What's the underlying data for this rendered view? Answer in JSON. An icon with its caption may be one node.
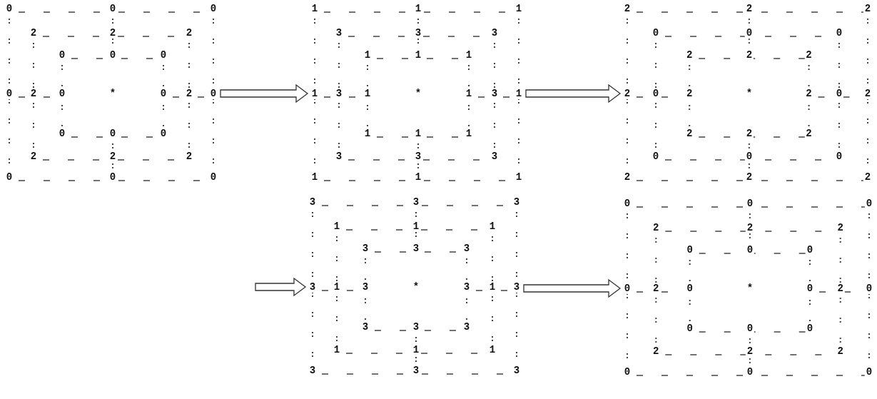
{
  "diagram": {
    "nodes": [
      {
        "text": [
          "0",
          "0",
          "0",
          "2",
          "2",
          "2",
          "0",
          "0",
          "0",
          "0",
          "2",
          "0",
          "*",
          "0",
          "2",
          "0",
          "0",
          "0",
          "0",
          "2",
          "2",
          "2",
          "0",
          "0",
          "0"
        ]
      },
      {
        "text": [
          "1",
          "1",
          "1",
          "3",
          "3",
          "3",
          "1",
          "1",
          "1",
          "1",
          "3",
          "1",
          "*",
          "1",
          "3",
          "1",
          "1",
          "1",
          "1",
          "3",
          "3",
          "3",
          "1",
          "1",
          "1"
        ]
      },
      {
        "text": [
          "2",
          "2",
          "2",
          "0",
          "0",
          "0",
          "2",
          "2",
          "2",
          "2",
          "0",
          "2",
          "*",
          "2",
          "0",
          "2",
          "2",
          "2",
          "2",
          "0",
          "0",
          "0",
          "2",
          "2",
          "2"
        ]
      },
      {
        "text": [
          "3",
          "3",
          "3",
          "1",
          "1",
          "1",
          "3",
          "3",
          "3",
          "3",
          "1",
          "3",
          "*",
          "3",
          "1",
          "3",
          "3",
          "3",
          "3",
          "1",
          "1",
          "1",
          "3",
          "3",
          "3"
        ]
      },
      {
        "text": [
          "0",
          "0",
          "0",
          "2",
          "2",
          "2",
          "0",
          "0",
          "0",
          "0",
          "2",
          "0",
          "*",
          "0",
          "2",
          "0",
          "0",
          "0",
          "0",
          "2",
          "2",
          "2",
          "0",
          "0",
          "0"
        ]
      }
    ],
    "edges": [
      {
        "from": 0,
        "to": 1,
        "arrow": "to"
      },
      {
        "from": 1,
        "to": 2,
        "arrow": "to"
      },
      {
        "from": null,
        "to": 3,
        "arrow": "to"
      },
      {
        "from": 3,
        "to": 4,
        "arrow": "to"
      }
    ]
  }
}
